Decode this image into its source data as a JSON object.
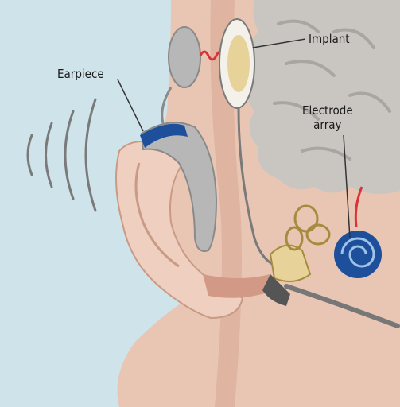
{
  "labels": {
    "earpiece": "Earpiece",
    "implant": "Implant",
    "electrode_line1": "Electrode",
    "electrode_line2": "array"
  },
  "colors": {
    "background": "#cfe3ea",
    "skin": "#e9c6b4",
    "skin_shadow": "#d9a994",
    "brain": "#c9c6c2",
    "device_grey": "#b7b7b7",
    "device_blue": "#1e4f9a",
    "coil_red": "#d8323a",
    "implant_gold": "#e7d39a"
  }
}
